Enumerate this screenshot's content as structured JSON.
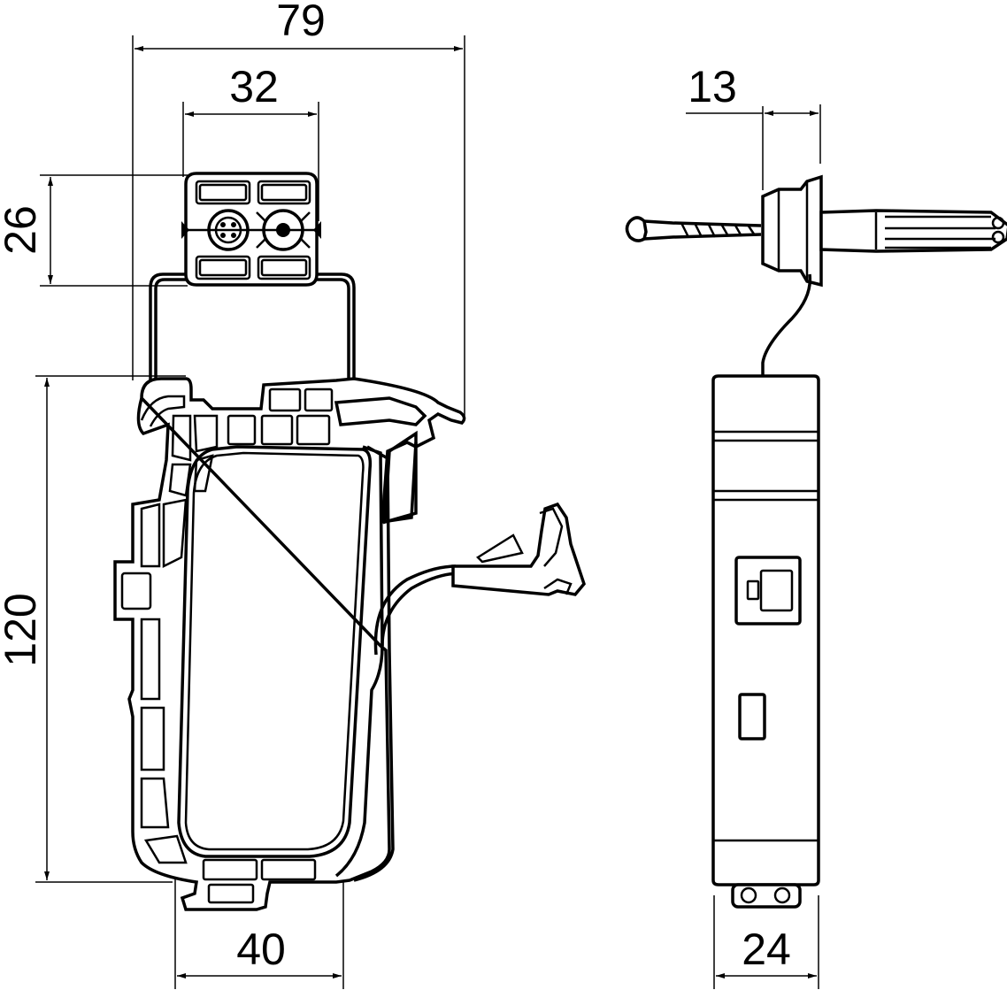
{
  "dimensions": {
    "overall_width": "79",
    "top_width": "32",
    "top_height": "26",
    "body_height": "120",
    "bottom_width": "40",
    "anchor_depth": "13",
    "side_width": "24"
  },
  "icons": {
    "front_view": "cable-clamp-front-view-icon",
    "side_view": "cable-clamp-side-view-icon",
    "anchor": "nail-plug-anchor-icon"
  },
  "colors": {
    "line": "#000000",
    "background": "#ffffff"
  }
}
